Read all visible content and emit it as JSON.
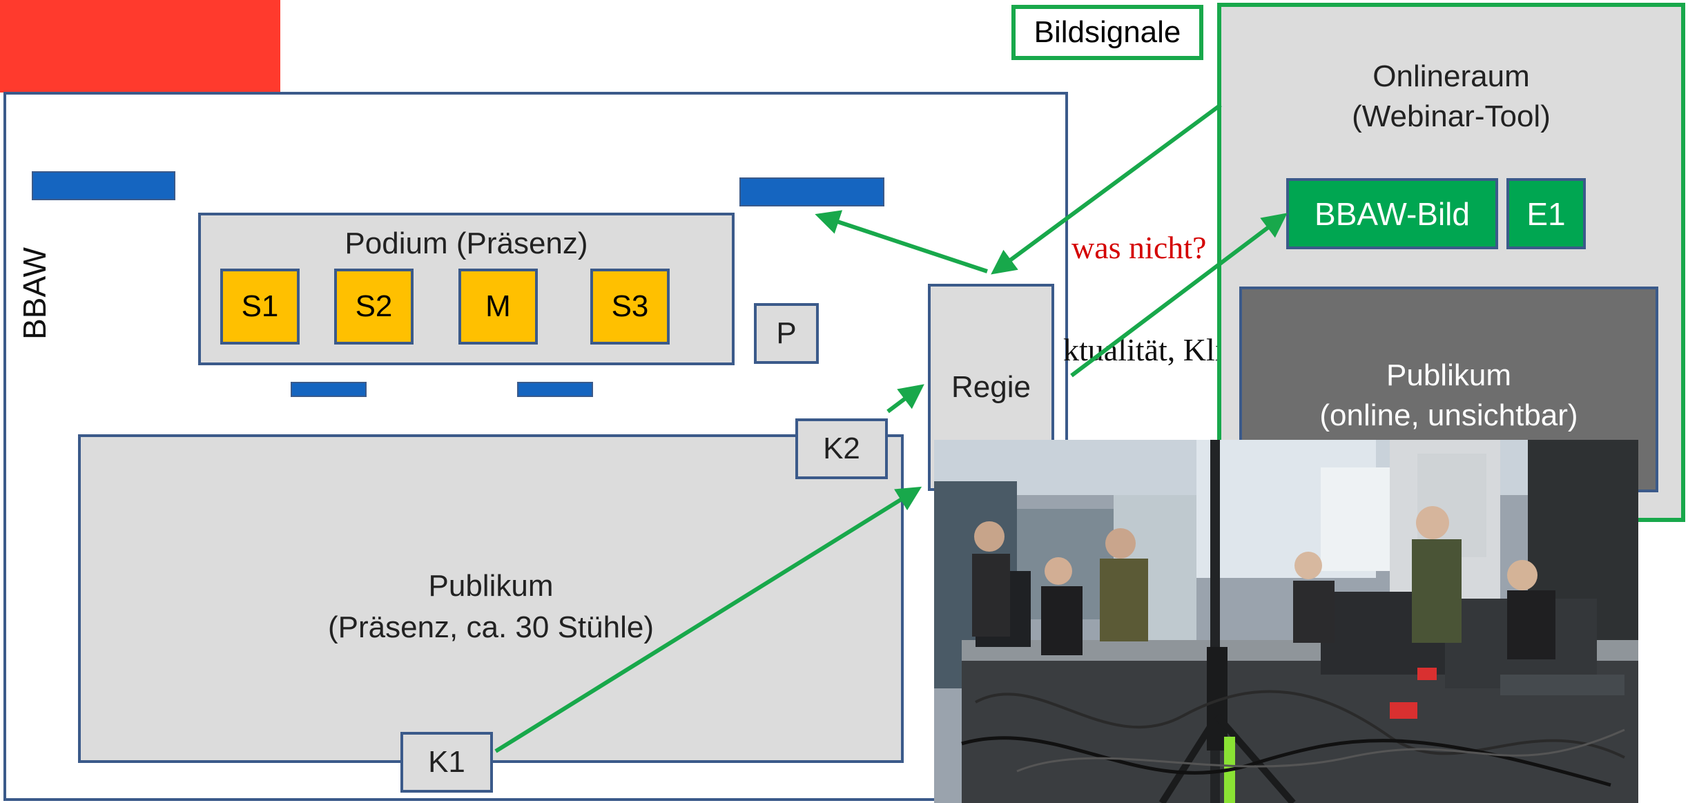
{
  "header": {
    "badge": "Bildsignale"
  },
  "room": {
    "label": "BBAW"
  },
  "podium": {
    "title": "Podium (Präsenz)",
    "seats": [
      "S1",
      "S2",
      "M",
      "S3"
    ]
  },
  "p_box": "P",
  "regie": "Regie",
  "cameras": {
    "k1": "K1",
    "k2": "K2"
  },
  "audience_presence": {
    "line1": "Publikum",
    "line2": "(Präsenz, ca. 30 Stühle)"
  },
  "online": {
    "title_line1": "Onlineraum",
    "title_line2": "(Webinar-Tool)",
    "bbaw_image": "BBAW-Bild",
    "e1": "E1",
    "audience_line1": "Publikum",
    "audience_line2": "(online, unsichtbar)"
  },
  "overlay_text": {
    "red": "was nicht?",
    "black": "ktualität, Klin"
  },
  "photo": {
    "title": "photo-control-room"
  },
  "colors": {
    "accent_red": "#ff3a2d",
    "frame_blue": "#3b5a8a",
    "signal_green": "#18a84b",
    "seat_yellow": "#ffc000",
    "screen_blue": "#1565c0"
  }
}
